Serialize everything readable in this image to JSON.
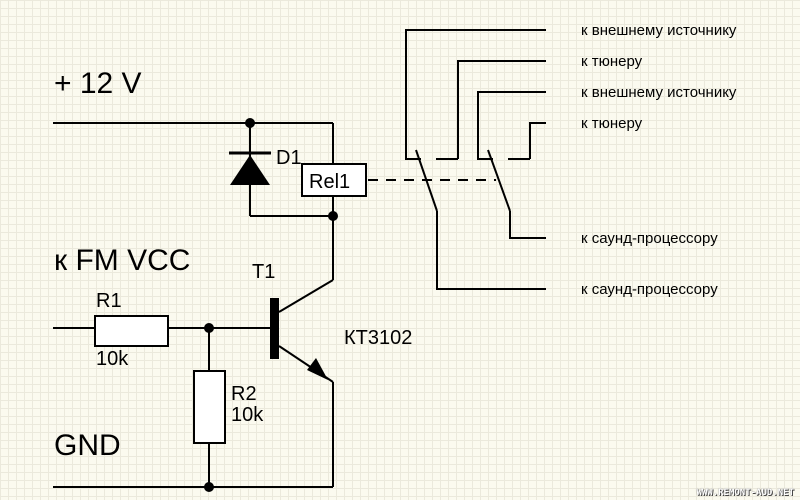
{
  "labels": {
    "supply": "+ 12 V",
    "fm_vcc": "к FM VCC",
    "gnd": "GND"
  },
  "components": {
    "diode": {
      "ref": "D1"
    },
    "relay": {
      "ref": "Rel1"
    },
    "transistor": {
      "ref": "T1",
      "part": "КТ3102"
    },
    "r1": {
      "ref": "R1",
      "value": "10k"
    },
    "r2": {
      "ref": "R2",
      "value": "10k"
    }
  },
  "connections": [
    "к внешнему источнику",
    "к тюнеру",
    "к внешнему источнику",
    "к тюнеру",
    "к саунд-процессору",
    "к саунд-процессору"
  ],
  "watermark": "WWW.REMONT-AUD.NET"
}
